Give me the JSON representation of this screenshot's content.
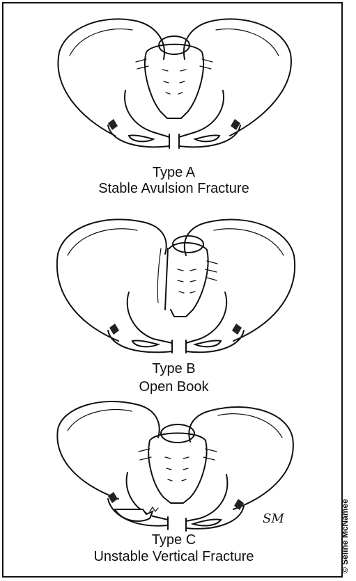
{
  "figure": {
    "panels": [
      {
        "title": "Type A",
        "subtitle": "Stable Avulsion Fracture"
      },
      {
        "title": "Type B",
        "subtitle": "Open Book"
      },
      {
        "title": "Type C",
        "subtitle": "Unstable Vertical Fracture"
      }
    ],
    "credit": "© Seline McNamee",
    "signature": "SM"
  }
}
